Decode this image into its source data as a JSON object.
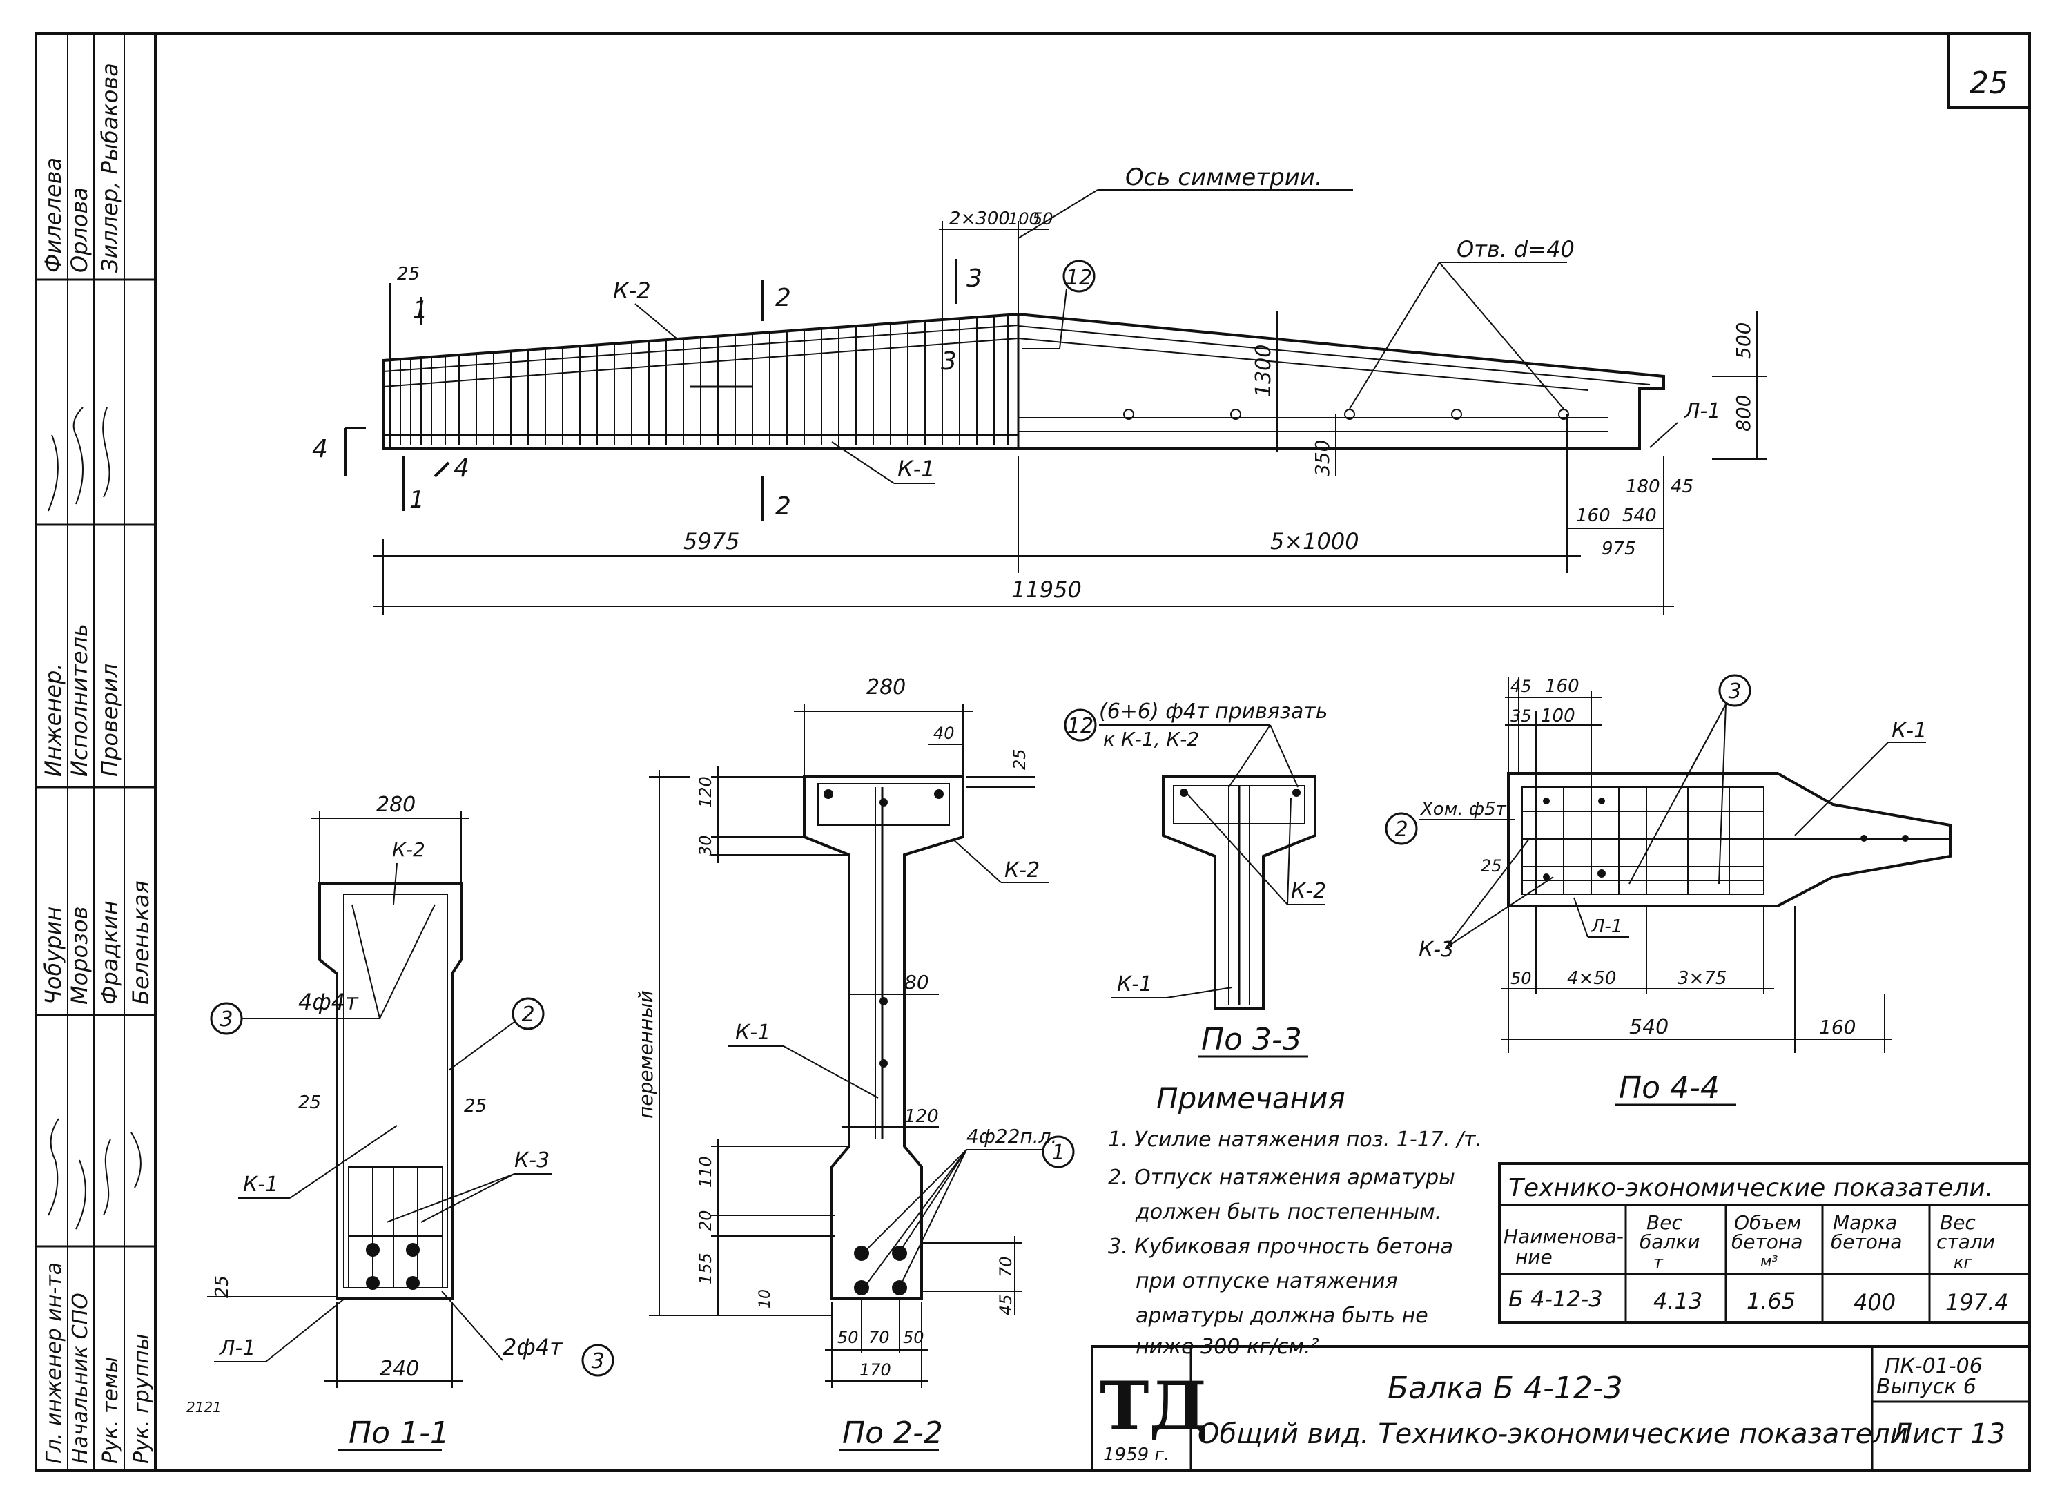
{
  "sheet_number": "25",
  "side_stamp": {
    "roles_top": [
      "Гл. инженер ин-та",
      "Начальник СПО",
      "Рук. темы",
      "Рук. группы"
    ],
    "names_top": [
      "Чобурин",
      "Морозов",
      "Фрадкин",
      "Беленькая"
    ],
    "roles_bottom": [
      "Инженер.",
      "Исполнитель",
      "Проверил"
    ],
    "names_bottom": [
      "Филелева",
      "Орлова",
      "Зиллер, Рыбакова"
    ]
  },
  "elevation": {
    "axis_label": "Ось симметрии.",
    "hole_label": "Отв. d=40",
    "callout_12": "12",
    "label_k2": "К-2",
    "label_k1": "К-1",
    "label_l1": "Л-1",
    "sec_1": "1",
    "sec_2": "2",
    "sec_3": "3",
    "sec_4": "4",
    "dim_top_spacing": "2×300",
    "dim_100": "100",
    "dim_50": "50",
    "dim_25": "25",
    "dim_1300": "1300",
    "dim_350": "350",
    "dim_500": "500",
    "dim_800": "800",
    "dim_180": "180",
    "dim_45": "45",
    "dim_160": "160",
    "dim_540": "540",
    "dim_975": "975",
    "dim_5975": "5975",
    "dim_5x1000": "5×1000",
    "dim_11950": "11950"
  },
  "section_1_1": {
    "title": "По 1-1",
    "dim_280": "280",
    "dim_240": "240",
    "dim_25a": "25",
    "dim_25b": "25",
    "dim_25c": "25",
    "label_k2": "К-2",
    "label_k1": "К-1",
    "label_k3": "К-3",
    "label_l1": "Л-1",
    "bars_top": "4ф4т",
    "bars_bottom": "2ф4т",
    "callout_3a": "3",
    "callout_3b": "3",
    "callout_2": "2"
  },
  "section_2_2": {
    "title": "По 2-2",
    "dim_280": "280",
    "dim_40": "40",
    "dim_25": "25",
    "dim_120a": "120",
    "dim_30": "30",
    "dim_80": "80",
    "dim_120b": "120",
    "dim_110": "110",
    "dim_20": "20",
    "dim_155": "155",
    "dim_10": "10",
    "dim_70": "70",
    "dim_45": "45",
    "dim_50a": "50",
    "dim_70b": "70",
    "dim_50b": "50",
    "dim_170": "170",
    "height_label": "переменный",
    "label_k1": "К-1",
    "label_k2": "К-2",
    "bars": "4ф22п.л.",
    "callout_1": "1"
  },
  "section_3_3": {
    "title": "По 3-3",
    "callout_12": "12",
    "note": "(6+6) ф4т привязать",
    "note2": "к К-1, К-2",
    "label_k2": "К-2",
    "label_k1": "К-1"
  },
  "section_4_4": {
    "title": "По 4-4",
    "dim_45": "45",
    "dim_160a": "160",
    "dim_35": "35",
    "dim_100": "100",
    "dim_25": "25",
    "dim_50": "50",
    "dim_4x50": "4×50",
    "dim_3x75": "3×75",
    "dim_540": "540",
    "dim_160b": "160",
    "label_k1": "К-1",
    "label_k3": "К-3",
    "label_l1": "Л-1",
    "bar_label": "Хом. ф5т",
    "callout_2": "2",
    "callout_3": "3"
  },
  "notes": {
    "heading": "Примечания",
    "items": [
      "1. Усилие натяжения поз. 1-17. /т.",
      "2. Отпуск натяжения арматуры",
      "должен быть постепенным.",
      "3. Кубиковая прочность бетона",
      "при отпуске натяжения",
      "арматуры должна быть не",
      "ниже  300 кг/см.²"
    ]
  },
  "tech_table": {
    "title": "Технико-экономические показатели.",
    "headers": [
      [
        "Наименова-",
        "ние"
      ],
      [
        "Вес",
        "балки",
        "т"
      ],
      [
        "Объем",
        "бетона",
        "м³"
      ],
      [
        "Марка",
        "бетона"
      ],
      [
        "Вес",
        "стали",
        "кг"
      ]
    ],
    "row": [
      "Б 4-12-3",
      "4.13",
      "1.65",
      "400",
      "197.4"
    ]
  },
  "title_block": {
    "logo": "ТД",
    "year": "1959 г.",
    "title": "Балка Б 4-12-3",
    "subtitle": "Общий вид. Технико-экономические показатели",
    "series": "ПК-01-06",
    "issue": "Выпуск 6",
    "sheet": "Лист 13"
  },
  "small_note": "2121"
}
